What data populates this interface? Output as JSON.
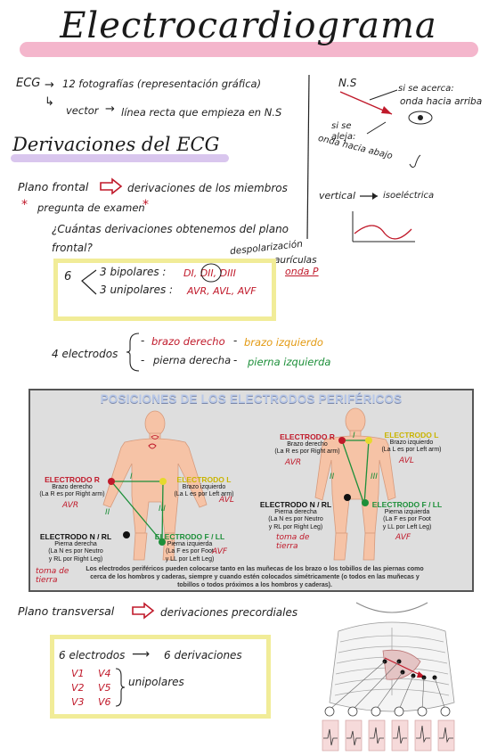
{
  "title": "Electrocardiograma",
  "intro": {
    "ecg": "ECG",
    "fotos": "12 fotografías (representación gráfica)",
    "vector": "vector",
    "linea": "línea recta que empieza en N.S"
  },
  "sketch": {
    "ns": "N.S",
    "si_acerca": "si se acerca:",
    "onda_arriba": "onda hacia arriba",
    "si_aleja": "si se aleja:",
    "onda_abajo": "onda hacia abajo",
    "vertical": "vertical",
    "isoelectrica": "isoeléctrica"
  },
  "section1": {
    "heading": "Derivaciones del ECG",
    "plano_frontal": "Plano frontal",
    "derivaciones_miembros": "derivaciones de los miembros",
    "pregunta": "pregunta de examen",
    "question": "¿Cuántas derivaciones obtenemos del plano frontal?",
    "despolarizacion": "despolarización",
    "auriculas": "aurículas",
    "onda_p": "onda P",
    "six": "6",
    "bipolares_prefix": "3 bipolares :",
    "bipolares_values": "DI, DII, DIII",
    "unipolares_prefix": "3 unipolares :",
    "unipolares_values": "AVR, AVL, AVF",
    "four_electrodes": "4 electrodos",
    "brazo_derecho": "brazo derecho",
    "brazo_izquierdo": "brazo izquierdo",
    "pierna_derecha": "pierna derecha",
    "pierna_izquierda": "pierna izquierda"
  },
  "figure": {
    "title": "POSICIONES DE LOS ELECTRODOS PERIFÉRICOS",
    "left": {
      "r_head": "ELECTRODO R",
      "r_lines": [
        "Brazo derecho",
        "(La R es por Right arm)"
      ],
      "r_hw": "AVR",
      "l_head": "ELECTRODO L",
      "l_lines": [
        "Brazo izquierdo",
        "(La L es por Left arm)"
      ],
      "l_hw": "AVL",
      "n_head": "ELECTRODO N / RL",
      "n_lines": [
        "Pierna derecha",
        "(La N es por Neutro",
        "y RL por Right Leg)"
      ],
      "f_head": "ELECTRODO F / LL",
      "f_lines": [
        "Pierna izquierda",
        "(La F es por Foot",
        "y LL por Left Leg)"
      ],
      "f_hw": "AVF",
      "tierra": [
        "toma de",
        "tierra"
      ],
      "lead_i": "I",
      "lead_ii": "II",
      "lead_iii": "III"
    },
    "right": {
      "r_head": "ELECTRODO R",
      "r_lines": [
        "Brazo derecho",
        "(La R es por Right arm)"
      ],
      "r_hw": "AVR",
      "l_head": "ELECTRODO L",
      "l_lines": [
        "Brazo izquierdo",
        "(La L es por Left arm)"
      ],
      "l_hw": "AVL",
      "n_head": "ELECTRODO N / RL",
      "n_lines": [
        "Pierna derecha",
        "(La N es por Neutro",
        "y RL por Right Leg)"
      ],
      "f_head": "ELECTRODO F / LL",
      "f_lines": [
        "Pierna izquierda",
        "(La F es por Foot",
        "y LL por Left Leg)"
      ],
      "f_hw": "AVF",
      "tierra": [
        "toma de",
        "tierra"
      ],
      "lead_i": "I",
      "lead_ii": "II",
      "lead_iii": "III"
    },
    "note": "Los electrodos periféricos pueden colocarse tanto en las muñecas de los brazo o los tobillos de las piernas como cerca de los hombros y caderas, siempre y cuando estén colocados simétricamente (o todos en las muñecas y tobillos o todos próximos a los hombros y caderas)."
  },
  "section2": {
    "plano_transversal": "Plano transversal",
    "derivaciones_precordiales": "derivaciones precordiales",
    "six_electrodos": "6 electrodos",
    "six_derivaciones": "6 derivaciones",
    "leads": [
      "V1",
      "V2",
      "V3",
      "V4",
      "V5",
      "V6"
    ],
    "unipolares": "unipolares"
  },
  "colors": {
    "accent_red": "#c0192a",
    "accent_pink": "#f4b6cc",
    "accent_purple": "#d9c6ee",
    "accent_yellow": "#f1ec98",
    "accent_green": "#1d8f3a",
    "accent_orange": "#e39a12"
  }
}
